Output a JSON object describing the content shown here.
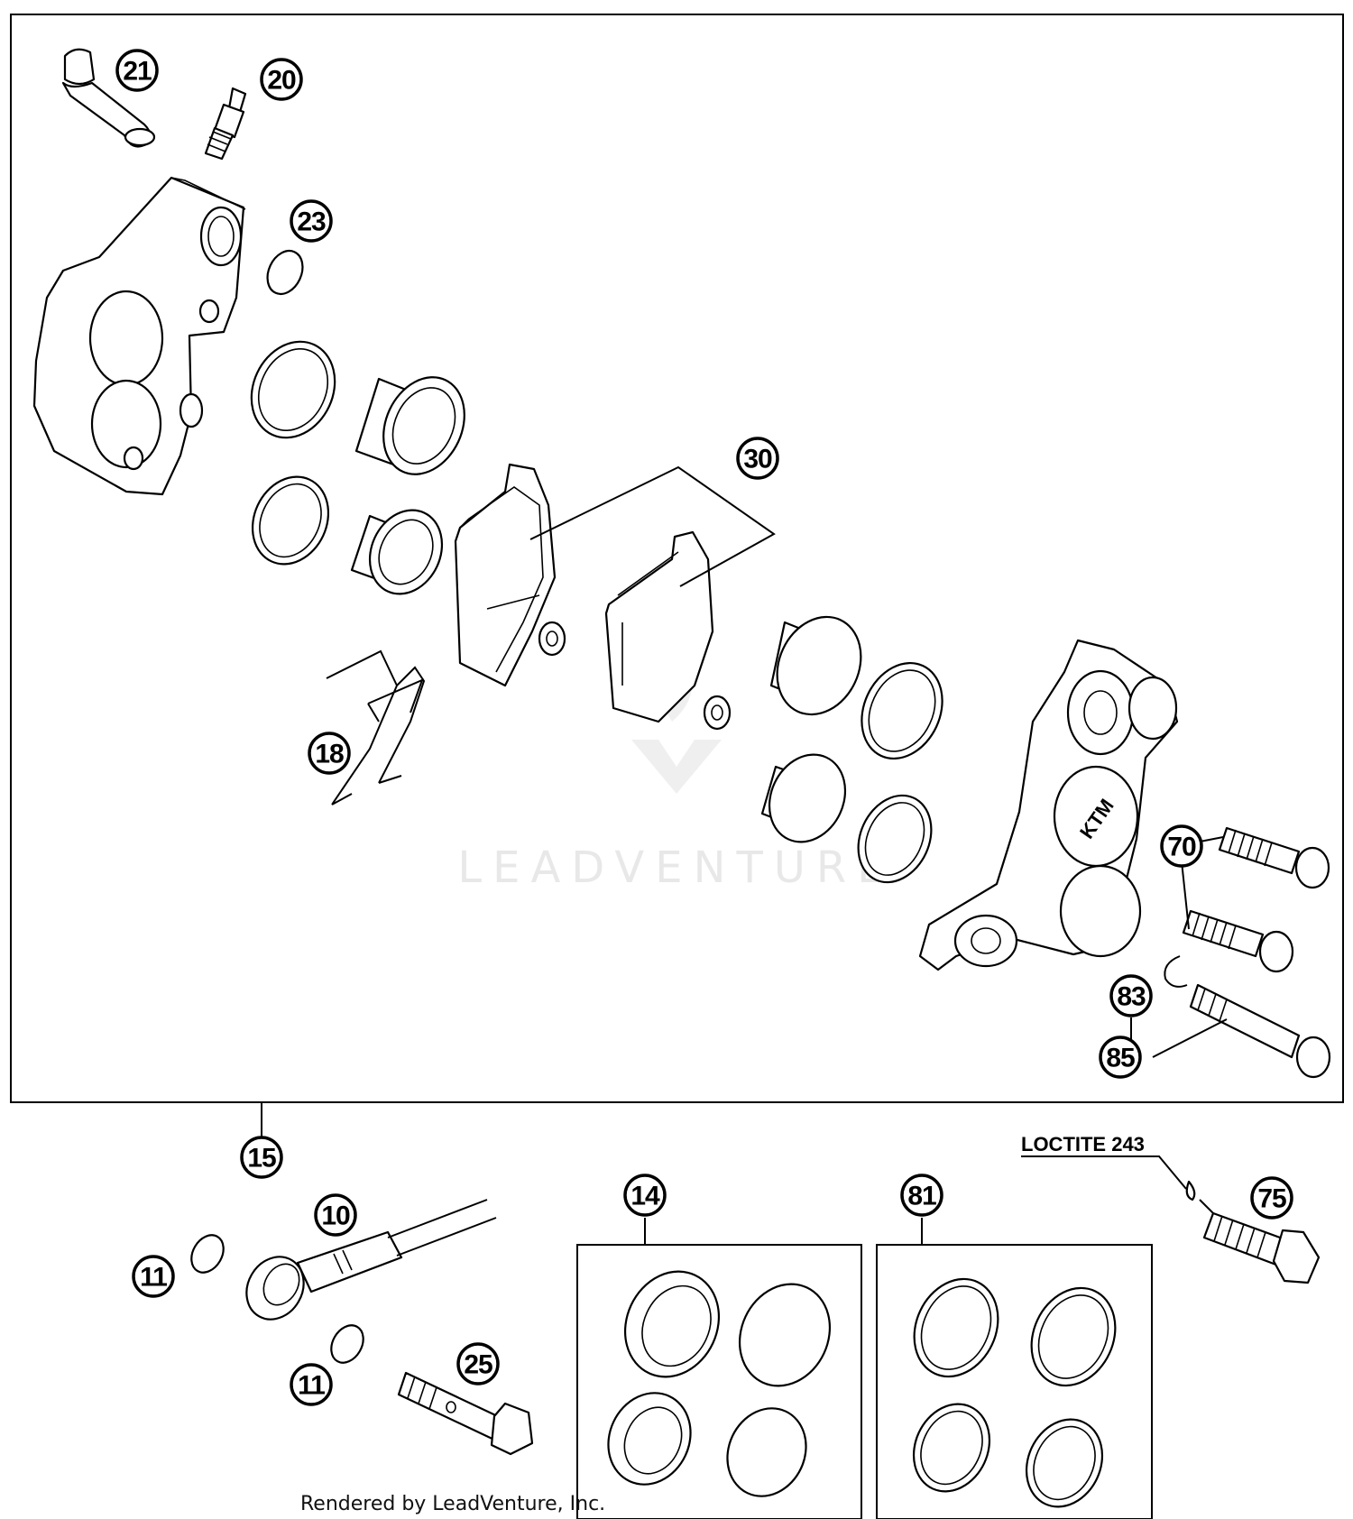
{
  "callouts": {
    "c21": "21",
    "c20": "20",
    "c23": "23",
    "c30": "30",
    "c18": "18",
    "c70": "70",
    "c83": "83",
    "c85": "85",
    "c15": "15",
    "c10": "10",
    "c11a": "11",
    "c11b": "11",
    "c25": "25",
    "c14": "14",
    "c81": "81",
    "c75": "75"
  },
  "note": "LOCTITE 243",
  "caliper_text": "KTM",
  "watermark": "LEADVENTURE",
  "footer": "Rendered by LeadVenture, Inc."
}
